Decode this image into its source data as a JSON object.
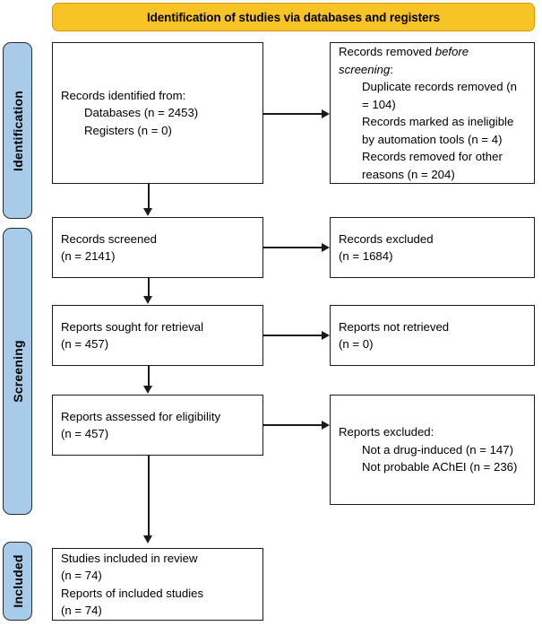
{
  "diagram": {
    "title": "Identification of studies via databases and registers",
    "type": "PRISMA flow diagram",
    "colors": {
      "banner_fill": "#F7C325",
      "banner_border": "#D09B12",
      "stage_fill": "#A9CBEA",
      "box_border": "#1a1a1a",
      "text": "#000000",
      "background": "#ffffff"
    }
  },
  "stages": [
    {
      "label": "Identification"
    },
    {
      "label": "Screening"
    },
    {
      "label": "Included"
    }
  ],
  "boxes": {
    "identified": {
      "name": "records-identified",
      "line1": "Records identified from:",
      "line2": "Databases (n = 2453)",
      "line3": "Registers (n = 0)"
    },
    "removed_before_screening": {
      "name": "records-removed-before-screening",
      "lead_prefix": "Records removed ",
      "lead_italic": "before screening",
      "lead_suffix": ":",
      "item1": "Duplicate records removed (n = 104)",
      "item2": "Records marked as ineligible by automation tools (n = 4)",
      "item3": "Records removed for other reasons (n = 204)"
    },
    "screened": {
      "name": "records-screened",
      "line1": "Records screened",
      "line2": "(n = 2141)"
    },
    "excluded": {
      "name": "records-excluded",
      "line1": "Records excluded",
      "line2": "(n = 1684)"
    },
    "sought": {
      "name": "reports-sought-for-retrieval",
      "line1": "Reports sought for retrieval",
      "line2": "(n = 457)"
    },
    "not_retrieved": {
      "name": "reports-not-retrieved",
      "line1": "Reports not retrieved",
      "line2": "(n = 0)"
    },
    "assessed": {
      "name": "reports-assessed-for-eligibility",
      "line1": "Reports assessed for eligibility",
      "line2": "(n = 457)"
    },
    "reports_excluded": {
      "name": "reports-excluded",
      "line1": "Reports excluded:",
      "line2": "Not a drug-induced (n = 147)",
      "line3": "Not probable AChEI (n = 236)"
    },
    "included": {
      "name": "studies-included-in-review",
      "line1": "Studies included in review",
      "line2": "(n = 74)",
      "line3": "Reports of included studies",
      "line4": "(n = 74)"
    }
  },
  "chart_data": {
    "type": "diagram",
    "title": "Identification of studies via databases and registers",
    "nodes": [
      {
        "id": "identified",
        "stage": "Identification",
        "label": "Records identified from",
        "counts": {
          "Databases": 2453,
          "Registers": 0
        }
      },
      {
        "id": "removed_before_screening",
        "stage": "Identification",
        "label": "Records removed before screening",
        "counts": {
          "Duplicate records removed": 104,
          "Records marked as ineligible by automation tools": 4,
          "Records removed for other reasons": 204
        }
      },
      {
        "id": "screened",
        "stage": "Screening",
        "label": "Records screened",
        "counts": {
          "n": 2141
        }
      },
      {
        "id": "excluded",
        "stage": "Screening",
        "label": "Records excluded",
        "counts": {
          "n": 1684
        }
      },
      {
        "id": "sought",
        "stage": "Screening",
        "label": "Reports sought for retrieval",
        "counts": {
          "n": 457
        }
      },
      {
        "id": "not_retrieved",
        "stage": "Screening",
        "label": "Reports not retrieved",
        "counts": {
          "n": 0
        }
      },
      {
        "id": "assessed",
        "stage": "Screening",
        "label": "Reports assessed for eligibility",
        "counts": {
          "n": 457
        }
      },
      {
        "id": "reports_excluded",
        "stage": "Screening",
        "label": "Reports excluded",
        "counts": {
          "Not a drug-induced": 147,
          "Not probable AChEI": 236
        }
      },
      {
        "id": "included",
        "stage": "Included",
        "label": "Studies included in review",
        "counts": {
          "Studies included in review": 74,
          "Reports of included studies": 74
        }
      }
    ],
    "edges": [
      {
        "from": "identified",
        "to": "removed_before_screening",
        "direction": "right"
      },
      {
        "from": "identified",
        "to": "screened",
        "direction": "down"
      },
      {
        "from": "screened",
        "to": "excluded",
        "direction": "right"
      },
      {
        "from": "screened",
        "to": "sought",
        "direction": "down"
      },
      {
        "from": "sought",
        "to": "not_retrieved",
        "direction": "right"
      },
      {
        "from": "sought",
        "to": "assessed",
        "direction": "down"
      },
      {
        "from": "assessed",
        "to": "reports_excluded",
        "direction": "right"
      },
      {
        "from": "assessed",
        "to": "included",
        "direction": "down"
      }
    ]
  }
}
